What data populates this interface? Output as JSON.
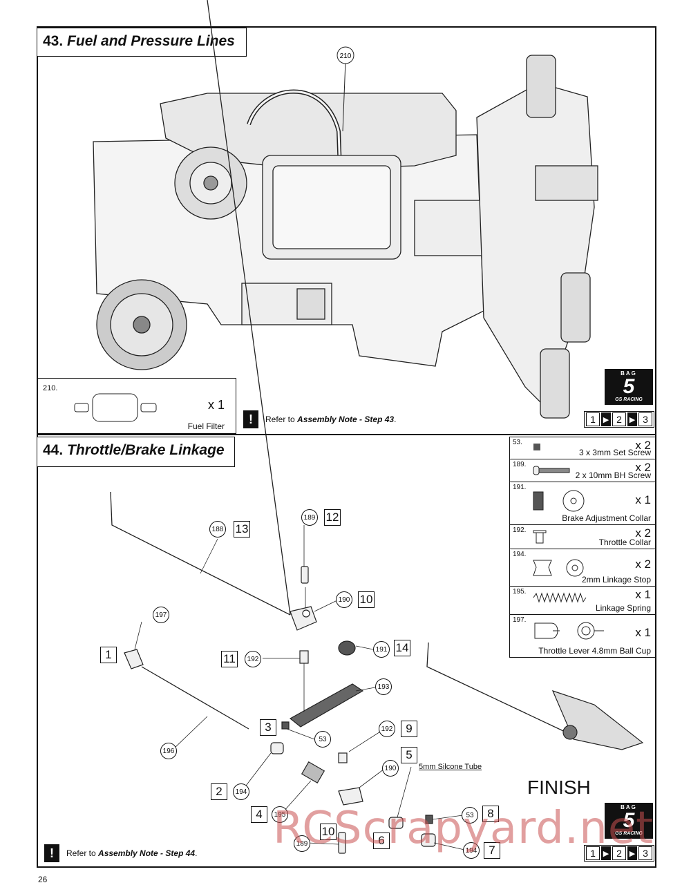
{
  "step43": {
    "number": "43.",
    "title": "Fuel and Pressure Lines",
    "callout": "210",
    "part": {
      "num": "210.",
      "qty": "x 1",
      "name": "Fuel Filter"
    },
    "note_prefix": "Refer to ",
    "note_bold": "Assembly Note - Step 43",
    "note_suffix": ".",
    "steps": [
      "1",
      "2",
      "3"
    ]
  },
  "step44": {
    "number": "44.",
    "title": "Throttle/Brake Linkage",
    "parts": [
      {
        "num": "53.",
        "qty": "x 2",
        "name": "3 x 3mm Set Screw"
      },
      {
        "num": "189.",
        "qty": "x 2",
        "name": "2 x 10mm BH Screw"
      },
      {
        "num": "191.",
        "qty": "x 1",
        "name": "Brake Adjustment Collar"
      },
      {
        "num": "192.",
        "qty": "x 2",
        "name": "Throttle Collar"
      },
      {
        "num": "194.",
        "qty": "x 2",
        "name": "2mm Linkage Stop"
      },
      {
        "num": "195.",
        "qty": "x 1",
        "name": "Linkage Spring"
      },
      {
        "num": "197.",
        "qty": "x 1",
        "name": "Throttle Lever 4.8mm Ball Cup"
      }
    ],
    "callouts": {
      "c188": "188",
      "s13": "13",
      "c189a": "189",
      "s12": "12",
      "c190a": "190",
      "s10a": "10",
      "c191": "191",
      "s14": "14",
      "c197": "197",
      "s1": "1",
      "s11": "11",
      "c192a": "192",
      "c193": "193",
      "s3": "3",
      "c53a": "53",
      "c192b": "192",
      "s9": "9",
      "c196": "196",
      "s5": "5",
      "tube_label": "5mm Silcone Tube",
      "c190b": "190",
      "s2": "2",
      "c194a": "194",
      "s4": "4",
      "c195": "195",
      "c53b": "53",
      "s8": "8",
      "s10b": "10",
      "c189b": "189",
      "s6": "6",
      "c194b": "194",
      "s7": "7"
    },
    "finish": "FINISH",
    "note_prefix": "Refer to ",
    "note_bold": "Assembly Note - Step 44",
    "note_suffix": ".",
    "steps": [
      "1",
      "2",
      "3"
    ]
  },
  "logo": {
    "top": "BAG",
    "num": "5",
    "bottom": "GS RACING"
  },
  "page_number": "26",
  "watermark": "RCScrapyard.net"
}
